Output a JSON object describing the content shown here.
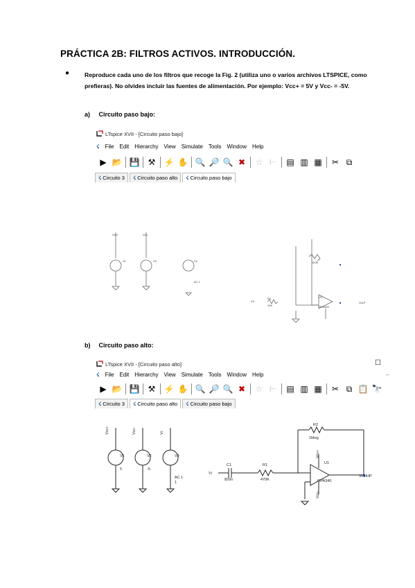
{
  "title": "PRÁCTICA 2B: FILTROS ACTIVOS. INTRODUCCIÓN.",
  "bullet": "Reproduce cada uno de los filtros que recoge la Fig. 2 (utiliza uno o varios archivos LTSPICE, como prefieras). No olvides incluir las fuentes de alimentación. Por ejemplo: Vcc+ = 5V y Vcc- = -5V.",
  "sections": [
    {
      "letter": "a)",
      "label": "Circuito paso bajo:"
    },
    {
      "letter": "b)",
      "label": "Circuito paso alto:"
    }
  ],
  "win_a": {
    "title": "LTspice XVII - [Circuito paso bajo]",
    "menus": [
      "File",
      "Edit",
      "Hierarchy",
      "View",
      "Simulate",
      "Tools",
      "Window",
      "Help"
    ],
    "tabs": [
      "Circuito 3",
      "Circuito paso alto",
      "Circuito paso bajo"
    ],
    "active_tab": 2,
    "schematic": {
      "v1": "V1",
      "v3": "V3",
      "v2": "V2",
      "v2_val": "AC 1",
      "r_top": "R2",
      "r_top_val": "100K",
      "r_in": "R1",
      "r_in_val": "10K",
      "opamp": "U1",
      "opamp_model": "OPA340",
      "in_label": "V3",
      "out_label": "VoLP"
    }
  },
  "win_b": {
    "title": "LTspice XVII - [Circuito paso alto]",
    "menus": [
      "File",
      "Edit",
      "Hierarchy",
      "View",
      "Simulate",
      "Tools",
      "Window",
      "Help"
    ],
    "tabs": [
      "Circuito 3",
      "Circuito paso alto",
      "Circuito paso bajo"
    ],
    "active_tab": 1,
    "schematic": {
      "vcc1": "Vcc+",
      "vcc2": "Vcc-",
      "vcc3": "Vi",
      "v1": "V1",
      "v1_val": "5",
      "v2": "V2",
      "v2_val": "-5",
      "v3": "V3",
      "v3_val": "AC 1",
      "v3_val2": "1",
      "c1": "C1",
      "c1_val": "820n",
      "r1": "R1",
      "r1_val": "470K",
      "r2": "R2",
      "r2_val": "1Meg",
      "in_label": "Vi",
      "opamp": "U1",
      "opamp_model": "OPA340",
      "out_label": "VoutHP",
      "vcc_top": "Vcc+",
      "vcc_bot": "Vcc-"
    }
  }
}
